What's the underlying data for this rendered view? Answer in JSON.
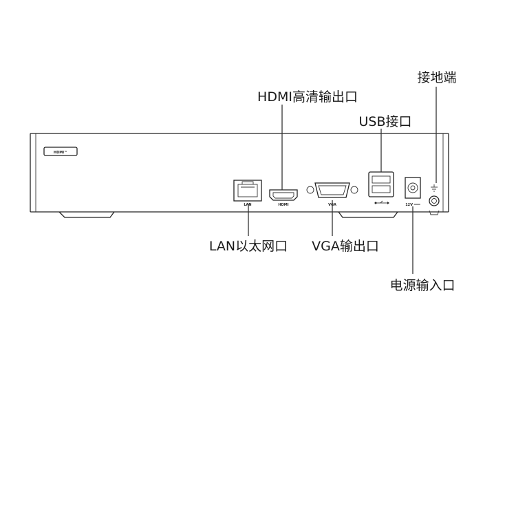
{
  "device": {
    "brand_badge": "HDMI™",
    "port_labels": {
      "lan": "LAN",
      "hdmi": "HDMI",
      "vga": "VGA",
      "usb_symbol": "usb-symbol",
      "power": "12V ═══"
    }
  },
  "callouts": {
    "hdmi": "HDMI高清输出口",
    "usb": "USB接口",
    "ground": "接地端",
    "lan": "LAN以太网口",
    "vga": "VGA输出口",
    "power": "电源输入口"
  },
  "colors": {
    "line": "#222222",
    "background": "#ffffff"
  }
}
